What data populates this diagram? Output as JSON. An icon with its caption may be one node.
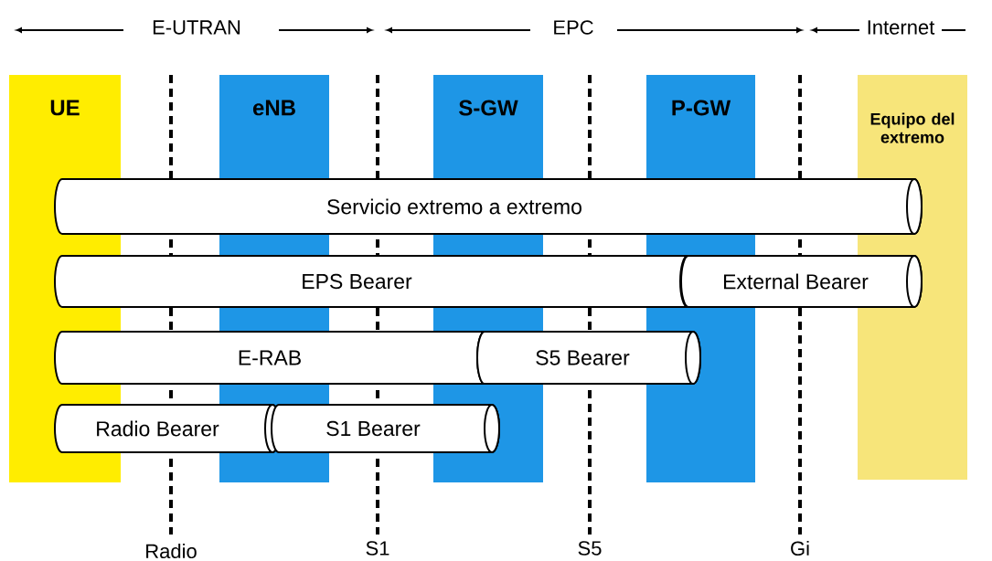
{
  "diagram": {
    "nodes": [
      {
        "text": [
          "UE"
        ]
      },
      {
        "text": [
          "eNB"
        ]
      },
      {
        "text": [
          "S-GW"
        ]
      },
      {
        "text": [
          "P-GW"
        ]
      },
      {
        "text": [
          "Equipo del extremo"
        ]
      },
      {
        "text": [
          "Servicio extremo a extremo"
        ]
      },
      {
        "text": [
          "EPS Bearer"
        ]
      },
      {
        "text": [
          "External Bearer"
        ]
      },
      {
        "text": [
          "E-RAB"
        ]
      },
      {
        "text": [
          "S5 Bearer"
        ]
      },
      {
        "text": [
          "Radio Bearer"
        ]
      },
      {
        "text": [
          "S1 Bearer"
        ]
      }
    ],
    "labels": [
      "E-UTRAN",
      "EPC",
      "Internet",
      "Radio",
      "S1",
      "S5",
      "Gi"
    ]
  }
}
